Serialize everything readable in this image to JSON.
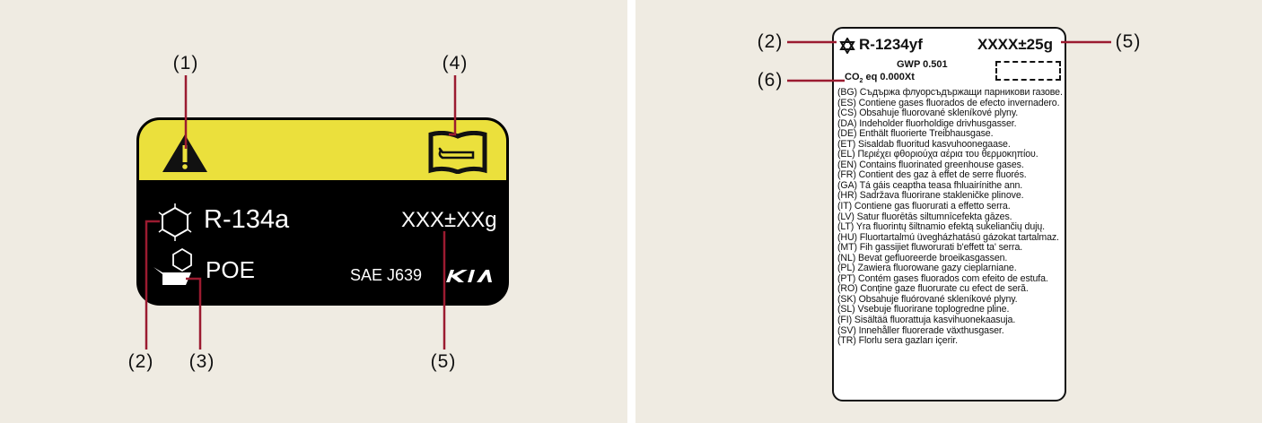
{
  "callouts": {
    "c1": "(1)",
    "c2": "(2)",
    "c3": "(3)",
    "c4": "(4)",
    "c5": "(5)",
    "c6": "(6)"
  },
  "left_label": {
    "refrigerant": "R-134a",
    "oil": "POE",
    "amount": "XXX±XXg",
    "standard": "SAE J639",
    "logo": "KIA"
  },
  "right_label": {
    "refrigerant": "R-1234yf",
    "amount": "XXXX±25g",
    "gwp": "GWP 0.501",
    "co2_prefix": "CO",
    "co2_sub": "2",
    "co2_rest": " eq 0.000Xt",
    "languages": [
      "(BG) Съдържа флуорсъдържащи парникови газове.",
      "(ES) Contiene gases fluorados de efecto invernadero.",
      "(CS) Obsahuje fluorované skleníkové plyny.",
      "(DA) Indeholder fluorholdige drivhusgasser.",
      "(DE) Enthält fluorierte Treibhausgase.",
      "(ET) Sisaldab fluoritud kasvuhoonegaase.",
      "(EL) Περιέχει φθοριούχα αέρια του θερμοκηπίου.",
      "(EN) Contains fluorinated greenhouse gases.",
      "(FR) Contient des gaz à effet de serre fluorés.",
      "(GA) Tá gáis ceaptha teasa fhluairínithe ann.",
      "(HR) Sadržava fluorirane stakleničke plinove.",
      "(IT) Contiene gas fluorurati a effetto serra.",
      "(LV) Satur fluorētās siltumnīcefekta gāzes.",
      "(LT) Yra fluorintų šiltnamio efektą sukeliančių dujų.",
      "(HU) Fluortartalmú üvegházhatású gázokat tartalmaz.",
      "(MT) Fih gassijiet fluworurati b'effett ta' serra.",
      "(NL) Bevat gefluoreerde broeikasgassen.",
      "(PL) Zawiera fluorowane gazy cieplarniane.",
      "(PT) Contém gases fluorados com efeito de estufa.",
      "(RO) Conține gaze fluorurate cu efect de seră.",
      "(SK) Obsahuje fluórované skleníkové plyny.",
      "(SL) Vsebuje fluorirane toplogredne pline.",
      "(FI) Sisältää fluorattuja kasvihuonekaasuja.",
      "(SV) Innehåller fluorerade växthusgaser.",
      "(TR) Florlu sera gazları içerir."
    ]
  },
  "colors": {
    "background": "#efebe2",
    "yellow": "#ebe03c",
    "callout_line": "#9b1b30"
  }
}
